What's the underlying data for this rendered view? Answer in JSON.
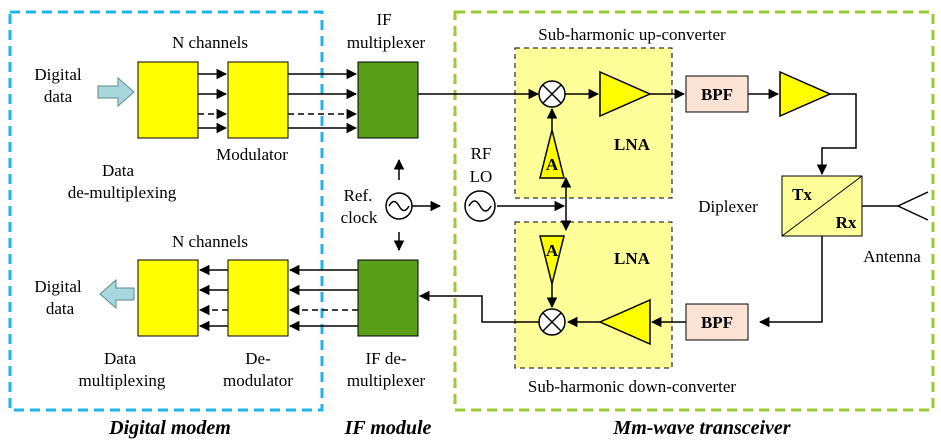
{
  "sections": {
    "digital_modem": "Digital modem",
    "if_module": "IF module",
    "mmwave": "Mm-wave transceiver"
  },
  "tx_path": {
    "digital_data": [
      "Digital",
      "data"
    ],
    "n_channels": "N channels",
    "data_demux": [
      "Data",
      "de-multiplexing"
    ],
    "modulator": "Modulator",
    "if_mux": [
      "IF",
      "multiplexer"
    ]
  },
  "rx_path": {
    "digital_data": [
      "Digital",
      "data"
    ],
    "n_channels": "N channels",
    "data_mux": [
      "Data",
      "multiplexing"
    ],
    "demodulator": [
      "De-",
      "modulator"
    ],
    "if_demux": [
      "IF de-",
      "multiplexer"
    ]
  },
  "clock": {
    "ref": [
      "Ref.",
      "clock"
    ],
    "rf_lo": [
      "RF",
      "LO"
    ]
  },
  "up_converter": {
    "title": "Sub-harmonic up-converter",
    "lna": "LNA",
    "amp": "A",
    "bpf": "BPF"
  },
  "down_converter": {
    "title": "Sub-harmonic down-converter",
    "lna": "LNA",
    "amp": "A",
    "bpf": "BPF"
  },
  "diplexer": {
    "label": "Diplexer",
    "tx": "Tx",
    "rx": "Rx"
  },
  "antenna": "Antenna",
  "colors": {
    "yellow_block": "#ffff00",
    "green_block": "#5a9e1a",
    "bpf_fill": "#fbe3d6",
    "converter_fill": "#ffff99",
    "digital_border": "#1fb5e8",
    "transceiver_border": "#99cc33",
    "data_arrow": "#a8d8dc"
  }
}
